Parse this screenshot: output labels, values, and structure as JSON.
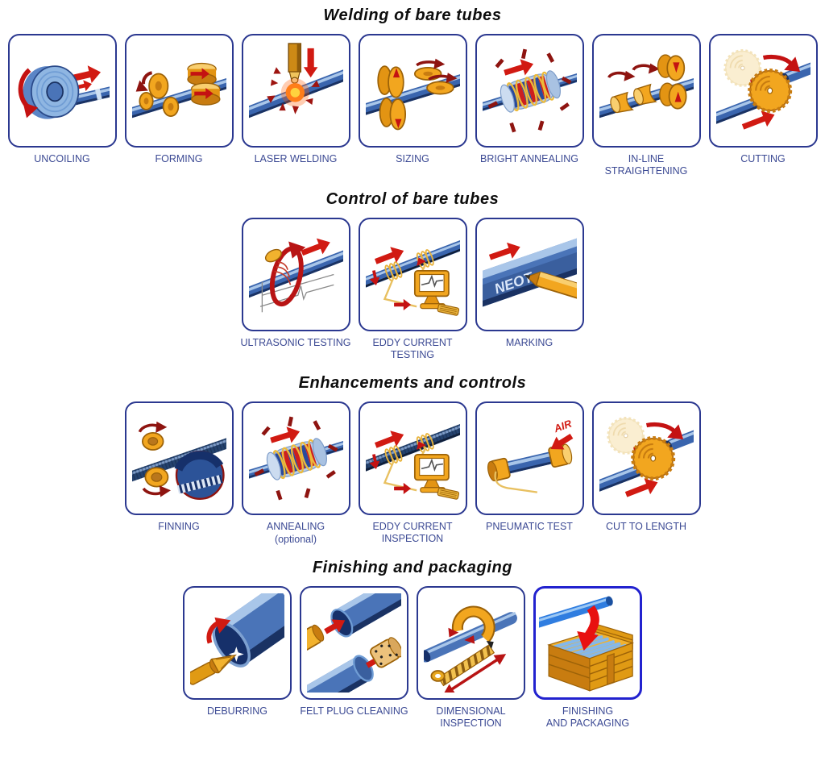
{
  "colors": {
    "cell_border": "#2b3890",
    "cell_border_highlight": "#2222cf",
    "label_text": "#3c4a94",
    "title_text": "#0d0d0d",
    "tube_blue": "#3a65ae",
    "tube_dark": "#1a3263",
    "tube_light": "#a9c6e9",
    "roller_yellow": "#f2a61f",
    "arrow_red": "#d11a12"
  },
  "sections": [
    {
      "title": "Welding of bare tubes",
      "steps": [
        {
          "label": "UNCOILING",
          "icon": "uncoiling-illustration"
        },
        {
          "label": "FORMING",
          "icon": "forming-illustration"
        },
        {
          "label": "LASER WELDING",
          "icon": "laser-welding-illustration"
        },
        {
          "label": "SIZING",
          "icon": "sizing-illustration"
        },
        {
          "label": "BRIGHT ANNEALING",
          "icon": "annealing-illustration"
        },
        {
          "label": "IN-LINE\nSTRAIGHTENING",
          "icon": "inline-straightening-illustration"
        },
        {
          "label": "CUTTING",
          "icon": "saw-cutting-illustration"
        }
      ]
    },
    {
      "title": "Control of bare tubes",
      "steps": [
        {
          "label": "ULTRASONIC TESTING",
          "icon": "ultrasonic-testing-illustration"
        },
        {
          "label": "EDDY CURRENT\nTESTING",
          "icon": "eddy-current-testing-illustration"
        },
        {
          "label": "MARKING",
          "icon": "marking-illustration",
          "tube_text": "NEOT"
        }
      ]
    },
    {
      "title": "Enhancements and controls",
      "steps": [
        {
          "label": "FINNING",
          "icon": "finning-illustration"
        },
        {
          "label": "ANNEALING",
          "sublabel": "(optional)",
          "icon": "annealing-illustration"
        },
        {
          "label": "EDDY CURRENT\nINSPECTION",
          "icon": "eddy-current-finned-illustration"
        },
        {
          "label": "PNEUMATIC TEST",
          "icon": "pneumatic-test-illustration",
          "air_label": "AIR"
        },
        {
          "label": "CUT TO LENGTH",
          "icon": "saw-cutting-illustration"
        }
      ]
    },
    {
      "title": "Finishing and packaging",
      "steps": [
        {
          "label": "DEBURRING",
          "icon": "deburring-illustration"
        },
        {
          "label": "FELT PLUG CLEANING",
          "icon": "felt-plug-cleaning-illustration"
        },
        {
          "label": "DIMENSIONAL\nINSPECTION",
          "icon": "dimensional-inspection-illustration"
        },
        {
          "label": "FINISHING\nAND PACKAGING",
          "icon": "packaging-illustration",
          "highlighted": true
        }
      ]
    }
  ]
}
